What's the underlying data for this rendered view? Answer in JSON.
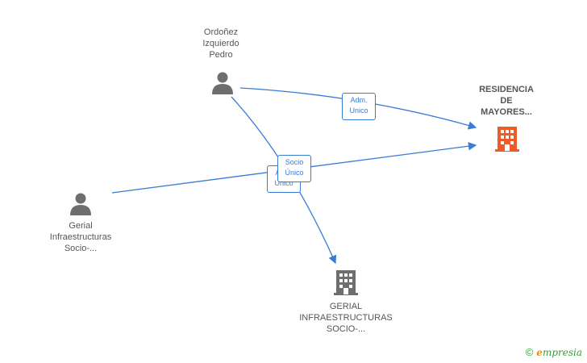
{
  "nodes": {
    "person_top": {
      "lines": [
        "Ordoñez",
        "Izquierdo",
        "Pedro"
      ],
      "icon": "person-icon"
    },
    "person_left": {
      "lines": [
        "Gerial",
        "Infraestructuras",
        "Socio-..."
      ],
      "icon": "person-icon"
    },
    "company_main": {
      "lines": [
        "RESIDENCIA",
        "DE",
        "MAYORES..."
      ],
      "icon": "building-icon",
      "color": "#f05a28"
    },
    "company_bottom": {
      "lines": [
        "GERIAL",
        "INFRAESTRUCTURAS",
        "SOCIO-..."
      ],
      "icon": "building-icon",
      "color": "#6e6e6e"
    }
  },
  "edges": [
    {
      "from": "person_top",
      "to": "company_main",
      "label": [
        "Adm.",
        "Unico"
      ]
    },
    {
      "from": "person_top",
      "to": "company_bottom",
      "label": [
        "Adm.",
        "Unico"
      ]
    },
    {
      "from": "person_left",
      "to": "company_main",
      "label": [
        "Socio",
        "Único"
      ]
    }
  ],
  "colors": {
    "edge": "#3a7bd5",
    "person_icon": "#6e6e6e"
  },
  "brand": {
    "copyright": "©",
    "e": "e",
    "rest": "mpresia"
  }
}
